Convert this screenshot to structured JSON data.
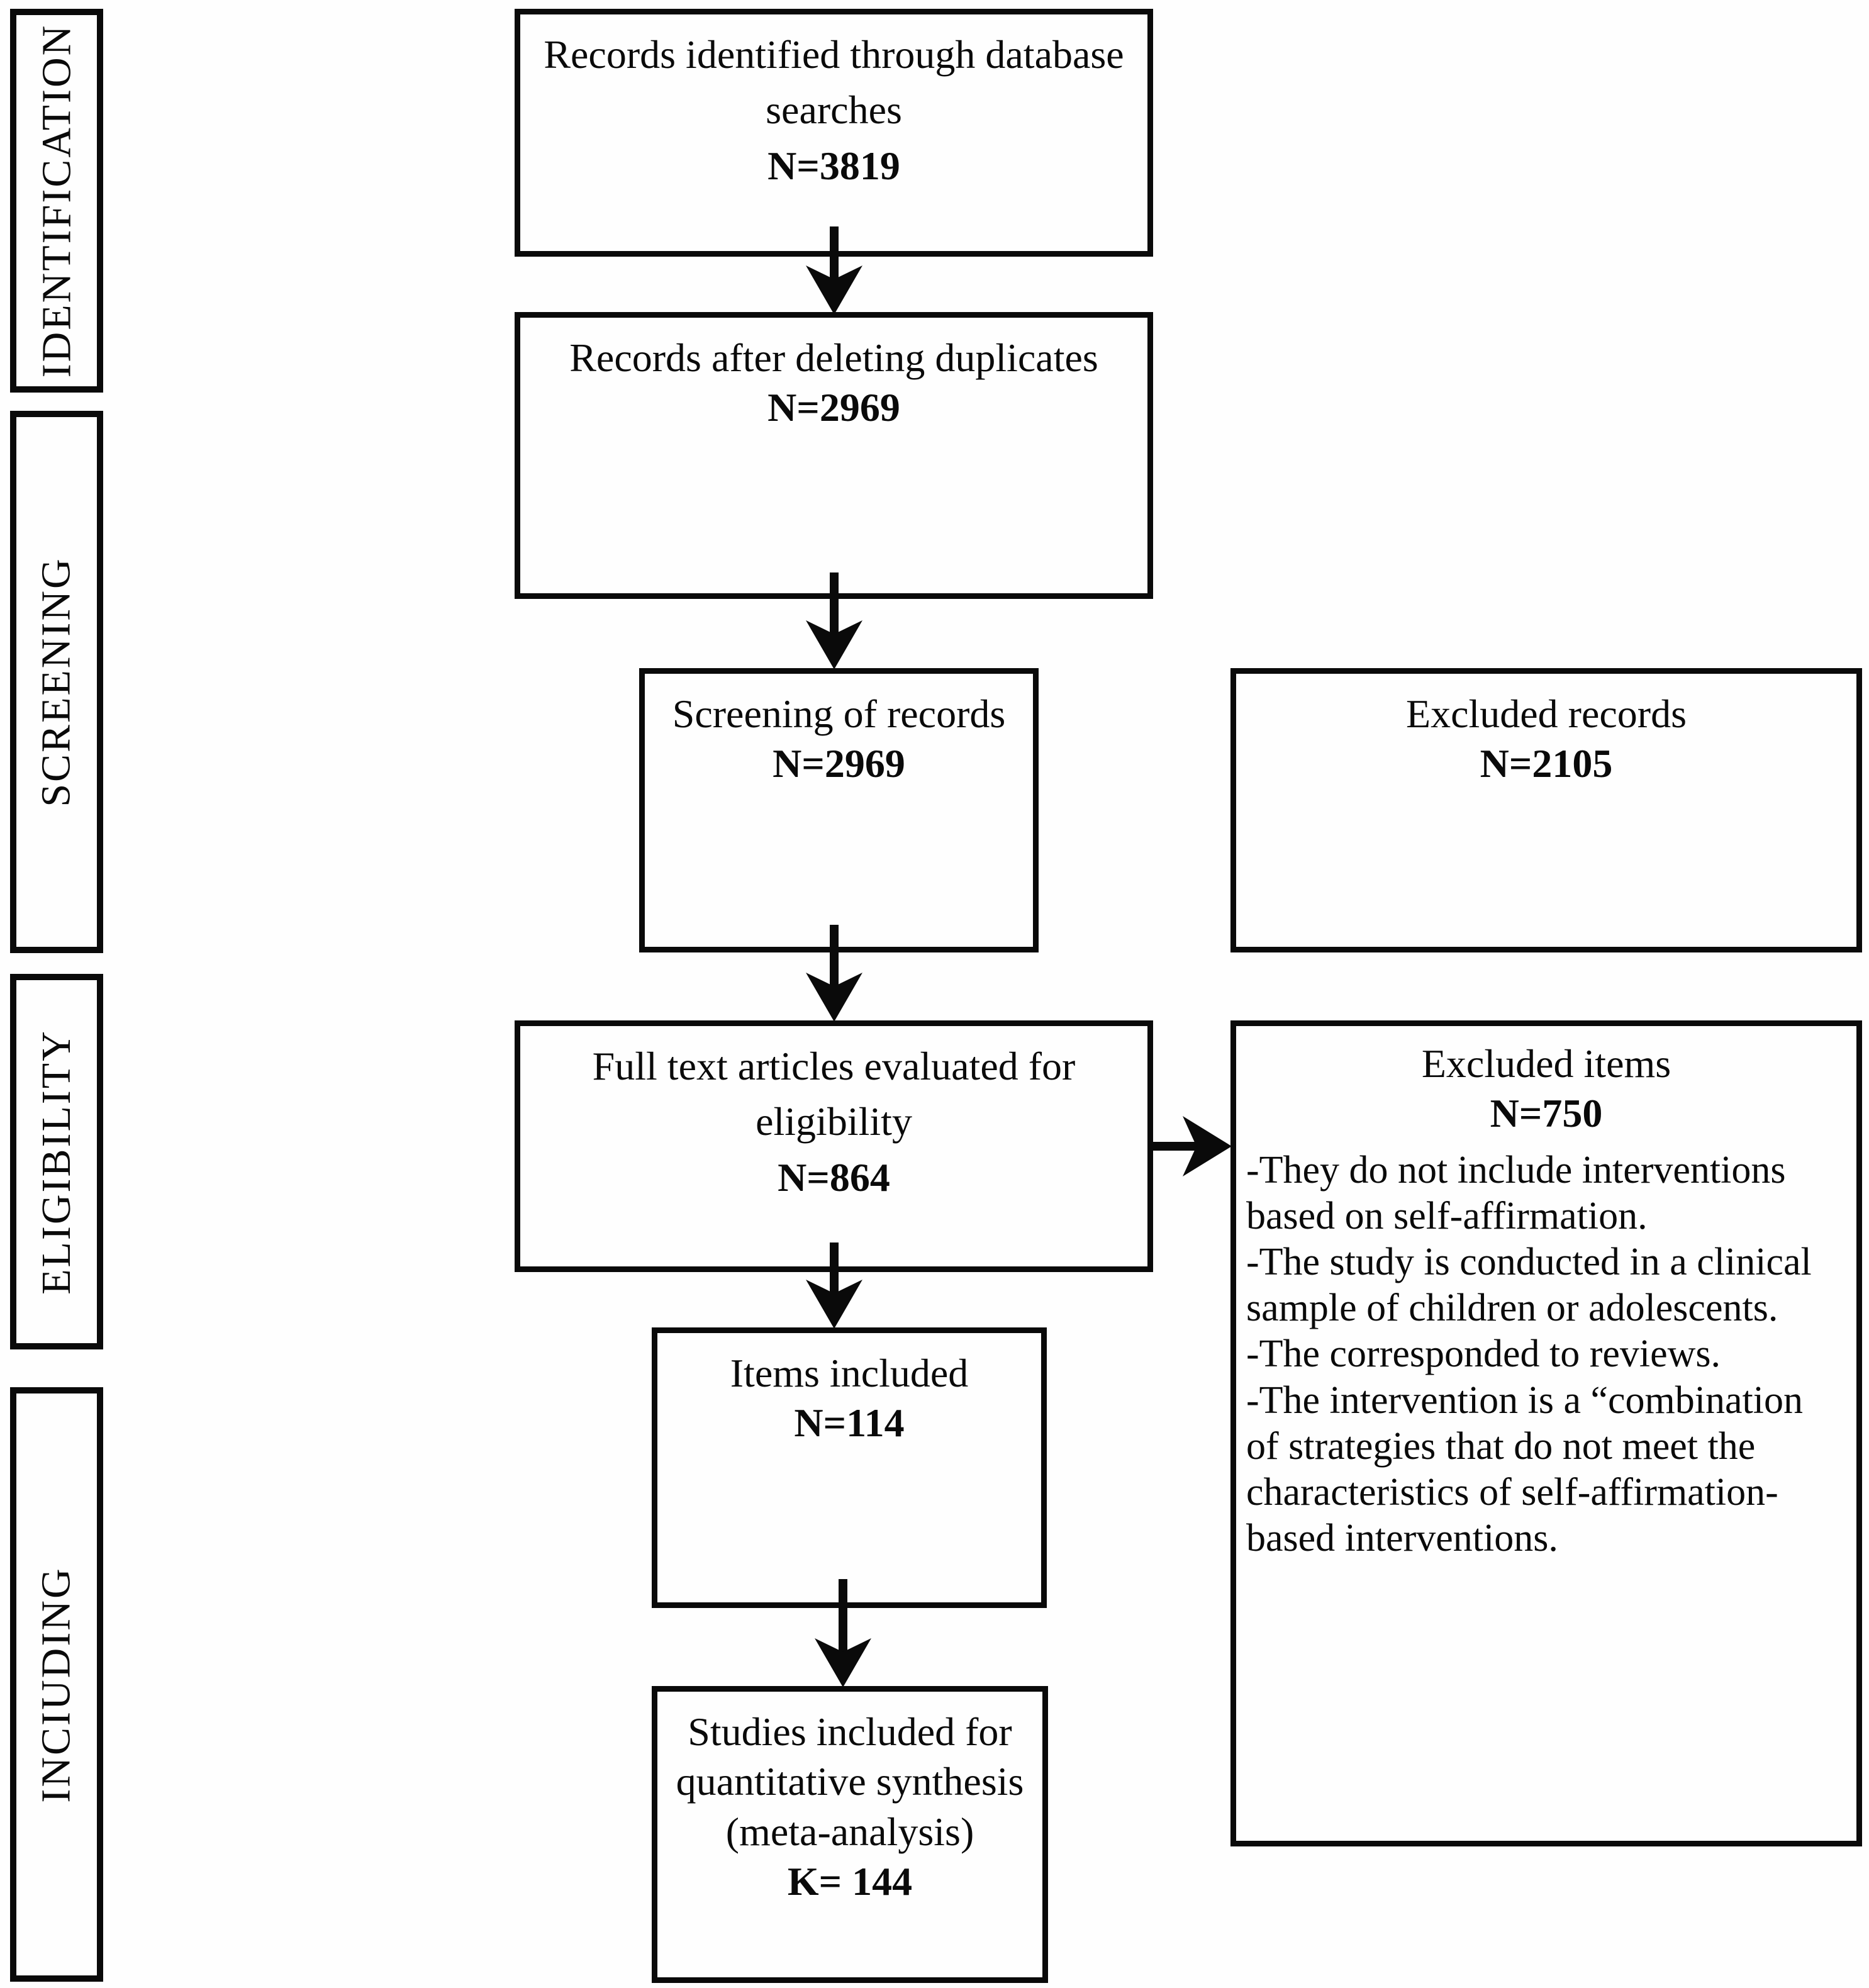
{
  "colors": {
    "ink": "#0a0a0a",
    "paper": "#fefefe"
  },
  "sidebar": {
    "stages": [
      {
        "label": "IDENTIFICATION"
      },
      {
        "label": "SCREENING"
      },
      {
        "label": "ELIGIBILITY"
      },
      {
        "label": "INCIUDING"
      }
    ]
  },
  "flow": {
    "records_identified": {
      "title_lines": [
        "Records identified through database",
        "searches"
      ],
      "count": "N=3819"
    },
    "deduplicated": {
      "title_lines": [
        "Records after deleting duplicates"
      ],
      "count": "N=2969"
    },
    "screening": {
      "title_lines": [
        "Screening of records"
      ],
      "count": "N=2969"
    },
    "full_text": {
      "title_lines": [
        "Full text articles evaluated for",
        "eligibility"
      ],
      "count": "N=864"
    },
    "items_included": {
      "title_lines": [
        "Items included"
      ],
      "count": "N=114"
    },
    "quantitative_synthesis": {
      "title_lines": [
        "Studies included for",
        "quantitative synthesis",
        "(meta-analysis)"
      ],
      "count": "K= 144"
    }
  },
  "exclusions": {
    "records": {
      "title": "Excluded records",
      "count": "N=2105"
    },
    "items": {
      "title": "Excluded items",
      "count": "N=750",
      "reason_lines": [
        "-They do not include interventions",
        "based on self-affirmation.",
        "-The study is conducted in a clinical",
        "sample of children or adolescents.",
        "-The corresponded to reviews.",
        "-The intervention is a “combination",
        "of strategies that do not meet the",
        "characteristics of self-affirmation-",
        "based interventions."
      ]
    }
  }
}
